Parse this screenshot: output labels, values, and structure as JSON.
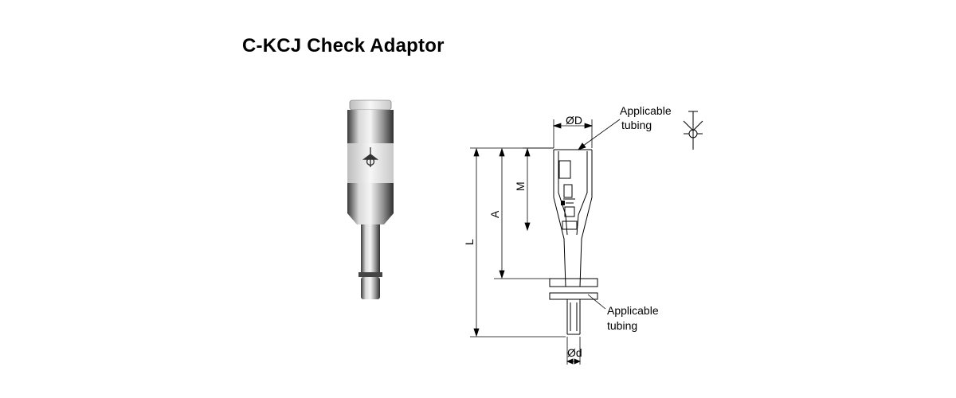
{
  "title": "C-KCJ Check Adaptor",
  "drawing": {
    "labels": {
      "outer_diameter": "ØD",
      "inner_diameter": "Ød",
      "dim_L": "L",
      "dim_A": "A",
      "dim_M": "M"
    },
    "callouts": [
      {
        "line1": "Applicable",
        "line2": "tubing"
      },
      {
        "line1": "Applicable",
        "line2": "tubing"
      }
    ]
  },
  "icons": [
    "product-photo",
    "check-valve-symbol-icon"
  ]
}
